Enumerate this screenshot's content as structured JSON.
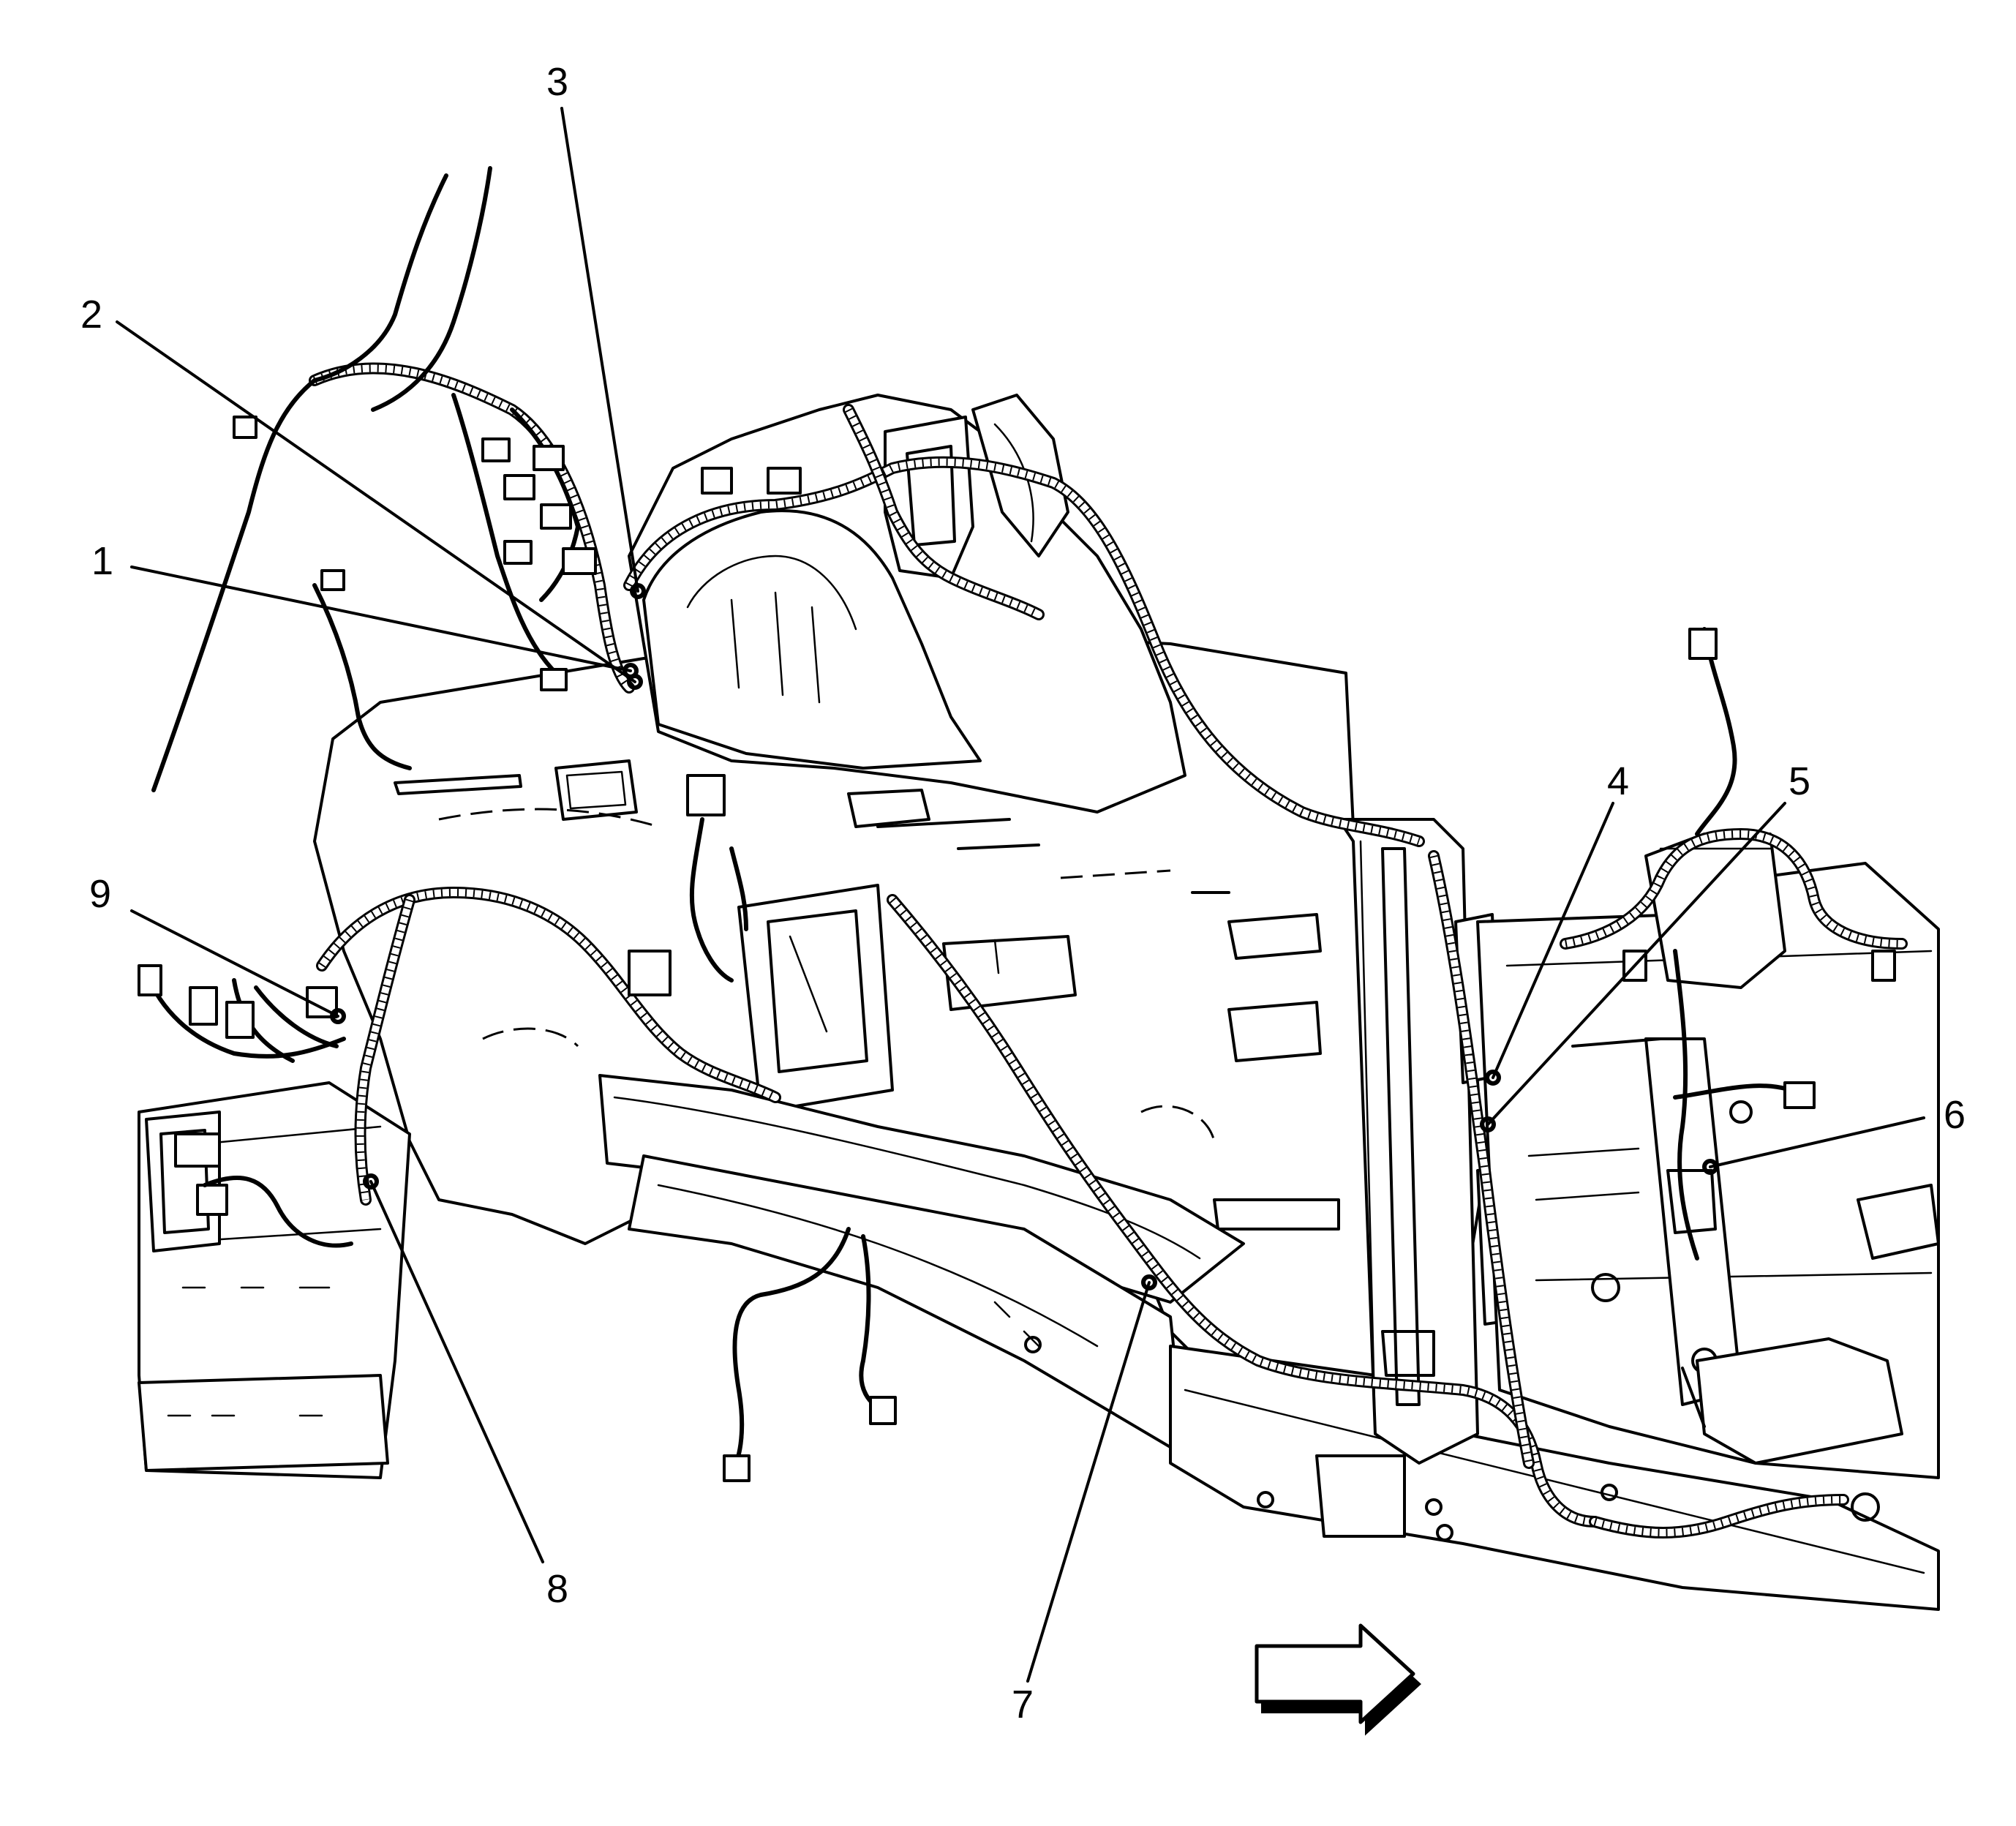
{
  "diagram": {
    "callouts": [
      {
        "id": "1",
        "label": "1"
      },
      {
        "id": "2",
        "label": "2"
      },
      {
        "id": "3",
        "label": "3"
      },
      {
        "id": "4",
        "label": "4"
      },
      {
        "id": "5",
        "label": "5"
      },
      {
        "id": "6",
        "label": "6"
      },
      {
        "id": "7",
        "label": "7"
      },
      {
        "id": "8",
        "label": "8"
      },
      {
        "id": "9",
        "label": "9"
      }
    ],
    "orientation_arrow": {
      "icon": "right-arrow-icon",
      "meaning": "vehicle forward"
    },
    "line_color": "#000000",
    "background_color": "#ffffff"
  }
}
